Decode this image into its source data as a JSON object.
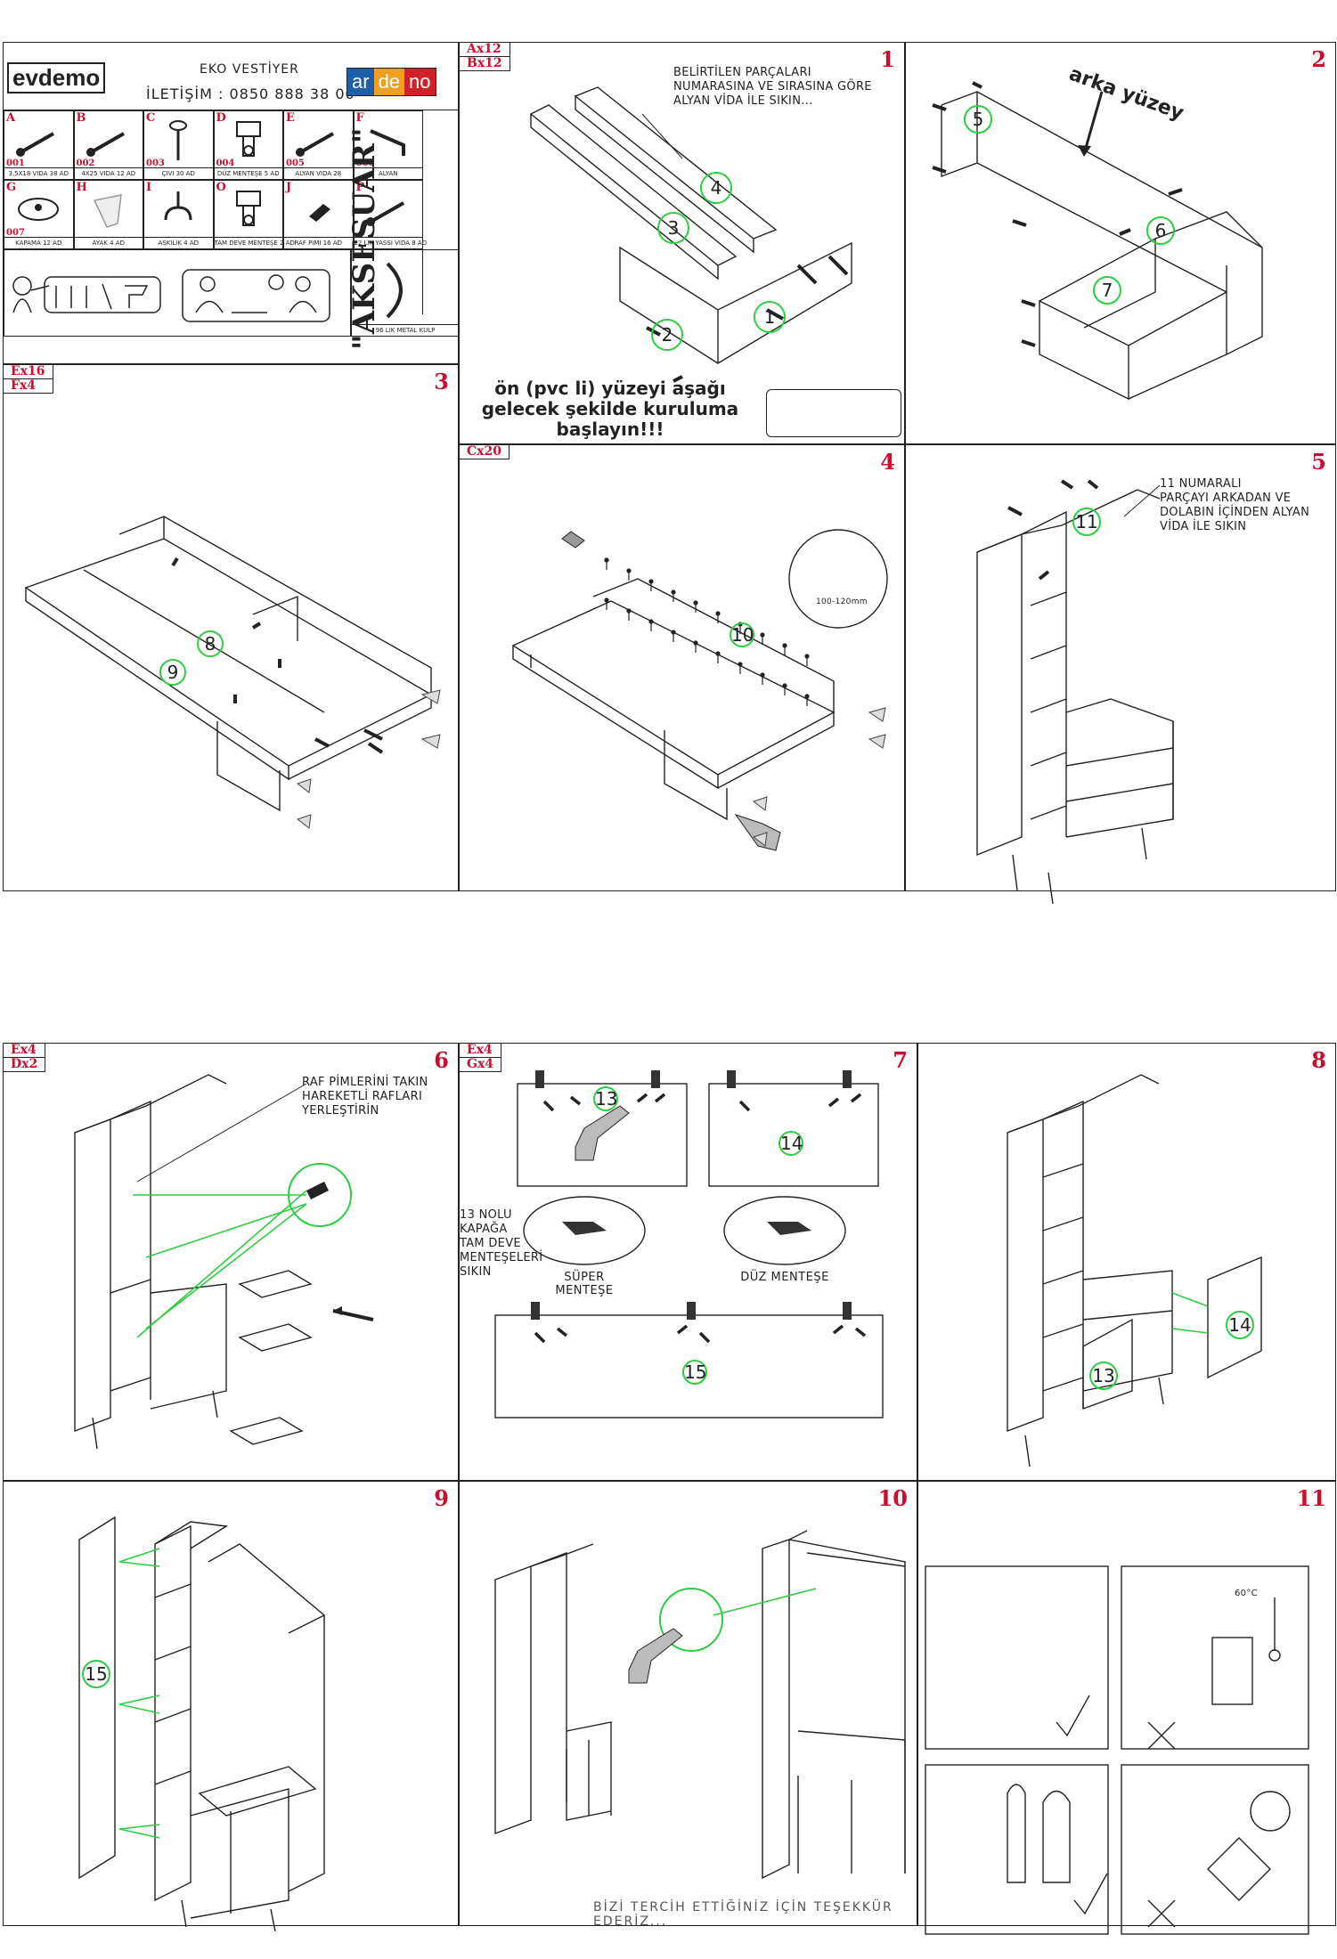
{
  "header": {
    "brand": "evdemo",
    "product": "EKO VESTİYER",
    "contact": "İLETİŞİM : 0850 888 38 00",
    "logo_letters": [
      "ar",
      "de",
      "no"
    ],
    "logo_colors": [
      "#1f5fa8",
      "#f0a020",
      "#d0202a"
    ],
    "accessory_title": "\"AKSESUAR\""
  },
  "parts": [
    {
      "letter": "A",
      "code": "001",
      "name": "3,5X18 VIDA 38 AD"
    },
    {
      "letter": "B",
      "code": "002",
      "name": "4X25 VIDA 12 AD"
    },
    {
      "letter": "C",
      "code": "003",
      "name": "ÇIVI 30 AD"
    },
    {
      "letter": "D",
      "code": "004",
      "name": "DÜZ MENTEŞE 5 AD"
    },
    {
      "letter": "E",
      "code": "005",
      "name": "ALYAN VIDA 28"
    },
    {
      "letter": "F",
      "code": "006",
      "name": "ALYAN"
    },
    {
      "letter": "G",
      "code": "007",
      "name": "KAPAMA 12 AD"
    },
    {
      "letter": "H",
      "code": "",
      "name": "AYAK 4 AD"
    },
    {
      "letter": "I",
      "code": "",
      "name": "ASKILIK 4 AD"
    },
    {
      "letter": "O",
      "code": "",
      "name": "TAM DEVE MENTEŞE 2 AD"
    },
    {
      "letter": "J",
      "code": "",
      "name": "RAF PIMI 16 AD"
    },
    {
      "letter": "P",
      "code": "",
      "name": "22 LIK YASSI VIDA 8 AD"
    }
  ],
  "handle_label": "96 LIK METAL KULP",
  "steps": [
    {
      "num": "1",
      "qty": [
        "Ax12",
        "Bx12"
      ],
      "note": "BELİRTİLEN PARÇALARI\nNUMARASINA VE SIRASINA GÖRE\nALYAN VİDA İLE SIKIN..."
    },
    {
      "num": "2",
      "qty": [],
      "note": "arka yüzey"
    },
    {
      "num": "3",
      "qty": [
        "Ex16",
        "Fx4"
      ],
      "note": "ön (pvc li) yüzeyi aşağı\ngelecek şekilde kuruluma\nbaşlayın!!!"
    },
    {
      "num": "4",
      "qty": [
        "Cx20"
      ],
      "note": "100-120mm"
    },
    {
      "num": "5",
      "qty": [],
      "note": "11 NUMARALI\nPARÇAYI ARKADAN VE\nDOLABIN İÇİNDEN ALYAN\nVİDA İLE SIKIN"
    },
    {
      "num": "6",
      "qty": [
        "Ex4",
        "Dx2"
      ],
      "note": "RAF PİMLERİNİ TAKIN\nHAREKETLİ RAFLARI\nYERLEŞTİRİN"
    },
    {
      "num": "7",
      "qty": [
        "Ex4",
        "Gx4"
      ],
      "note": "13 NOLU\nKAPAĞA\nTAM DEVE\nMENTEŞELERİ\nSIKIN"
    },
    {
      "num": "8",
      "qty": [],
      "note": ""
    },
    {
      "num": "9",
      "qty": [],
      "note": ""
    },
    {
      "num": "10",
      "qty": [],
      "note": "BİZİ TERCİH ETTİĞİNİZ İÇİN TEŞEKKÜR EDERİZ..."
    },
    {
      "num": "11",
      "qty": [],
      "note": "60°C"
    }
  ],
  "hinge_labels": {
    "super": "SÜPER\nMENTEŞE",
    "duz": "DÜZ MENTEŞE"
  },
  "part_numbers": [
    "1",
    "2",
    "3",
    "4",
    "5",
    "6",
    "7",
    "8",
    "9",
    "10",
    "11",
    "13",
    "14",
    "15"
  ]
}
